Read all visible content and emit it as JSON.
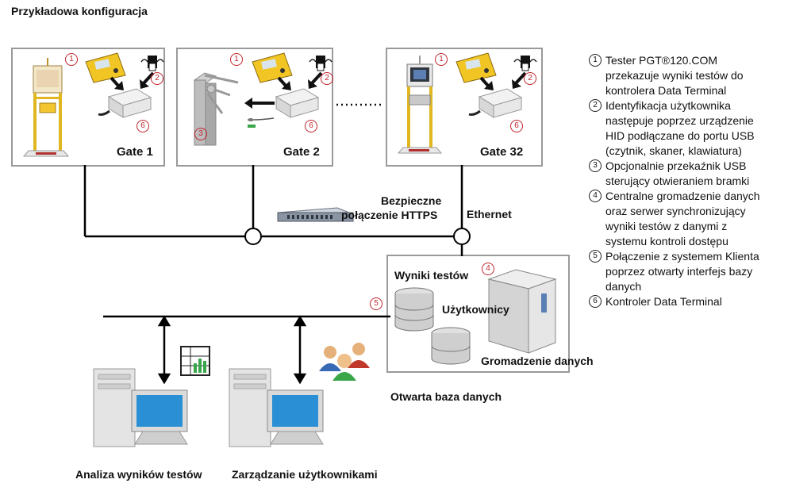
{
  "title": "Przykładowa konfiguracja",
  "gates": [
    {
      "label": "Gate 1"
    },
    {
      "label": "Gate 2"
    },
    {
      "label": "Gate 32"
    }
  ],
  "labels": {
    "secure": "Bezpieczne",
    "secure2": "połączenie HTTPS",
    "ethernet": "Ethernet",
    "results": "Wyniki testów",
    "users": "Użytkownicy",
    "collection": "Gromadzenie danych",
    "open_db": "Otwarta baza danych",
    "analysis": "Analiza wyników testów",
    "user_mgmt": "Zarządzanie użytkownikami"
  },
  "markers": {
    "m1": "1",
    "m2": "2",
    "m3": "3",
    "m4": "4",
    "m5": "5",
    "m6": "6"
  },
  "legend": [
    {
      "n": "1",
      "lines": [
        "Tester PGT®120.COM",
        "przekazuje wyniki testów do",
        "kontrolera Data Terminal"
      ]
    },
    {
      "n": "2",
      "lines": [
        "Identyfikacja użytkownika",
        "następuje poprzez urządzenie",
        "HID podłączane do portu USB",
        "(czytnik, skaner, klawiatura)"
      ]
    },
    {
      "n": "3",
      "lines": [
        "Opcjonalnie przekaźnik USB",
        "sterujący otwieraniem bramki"
      ]
    },
    {
      "n": "4",
      "lines": [
        "Centralne gromadzenie danych",
        "oraz serwer synchronizujący",
        "wyniki testów z danymi z",
        "systemu kontroli dostępu"
      ]
    },
    {
      "n": "5",
      "lines": [
        "Połączenie z systemem Klienta",
        "poprzez otwarty interfejs bazy",
        "danych"
      ]
    },
    {
      "n": "6",
      "lines": [
        "Kontroler Data Terminal"
      ]
    }
  ]
}
